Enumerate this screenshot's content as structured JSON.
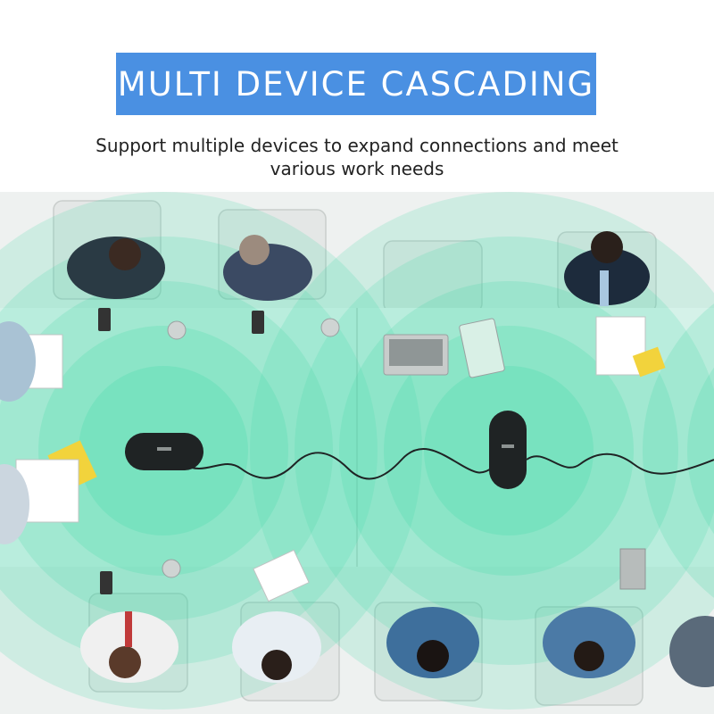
{
  "header": {
    "title": "MULTI DEVICE CASCADING",
    "subtitle_line1": "Support multiple devices to expand connections and meet",
    "subtitle_line2": "various work needs"
  },
  "colors": {
    "banner": "#4a90e2",
    "signal": "#3fd9a6",
    "device": "#1f2324",
    "table": "#f6f7f7"
  },
  "scene": {
    "devices": [
      {
        "name": "speakerphone-left",
        "orientation": "horizontal"
      },
      {
        "name": "speakerphone-right",
        "orientation": "vertical"
      }
    ]
  }
}
